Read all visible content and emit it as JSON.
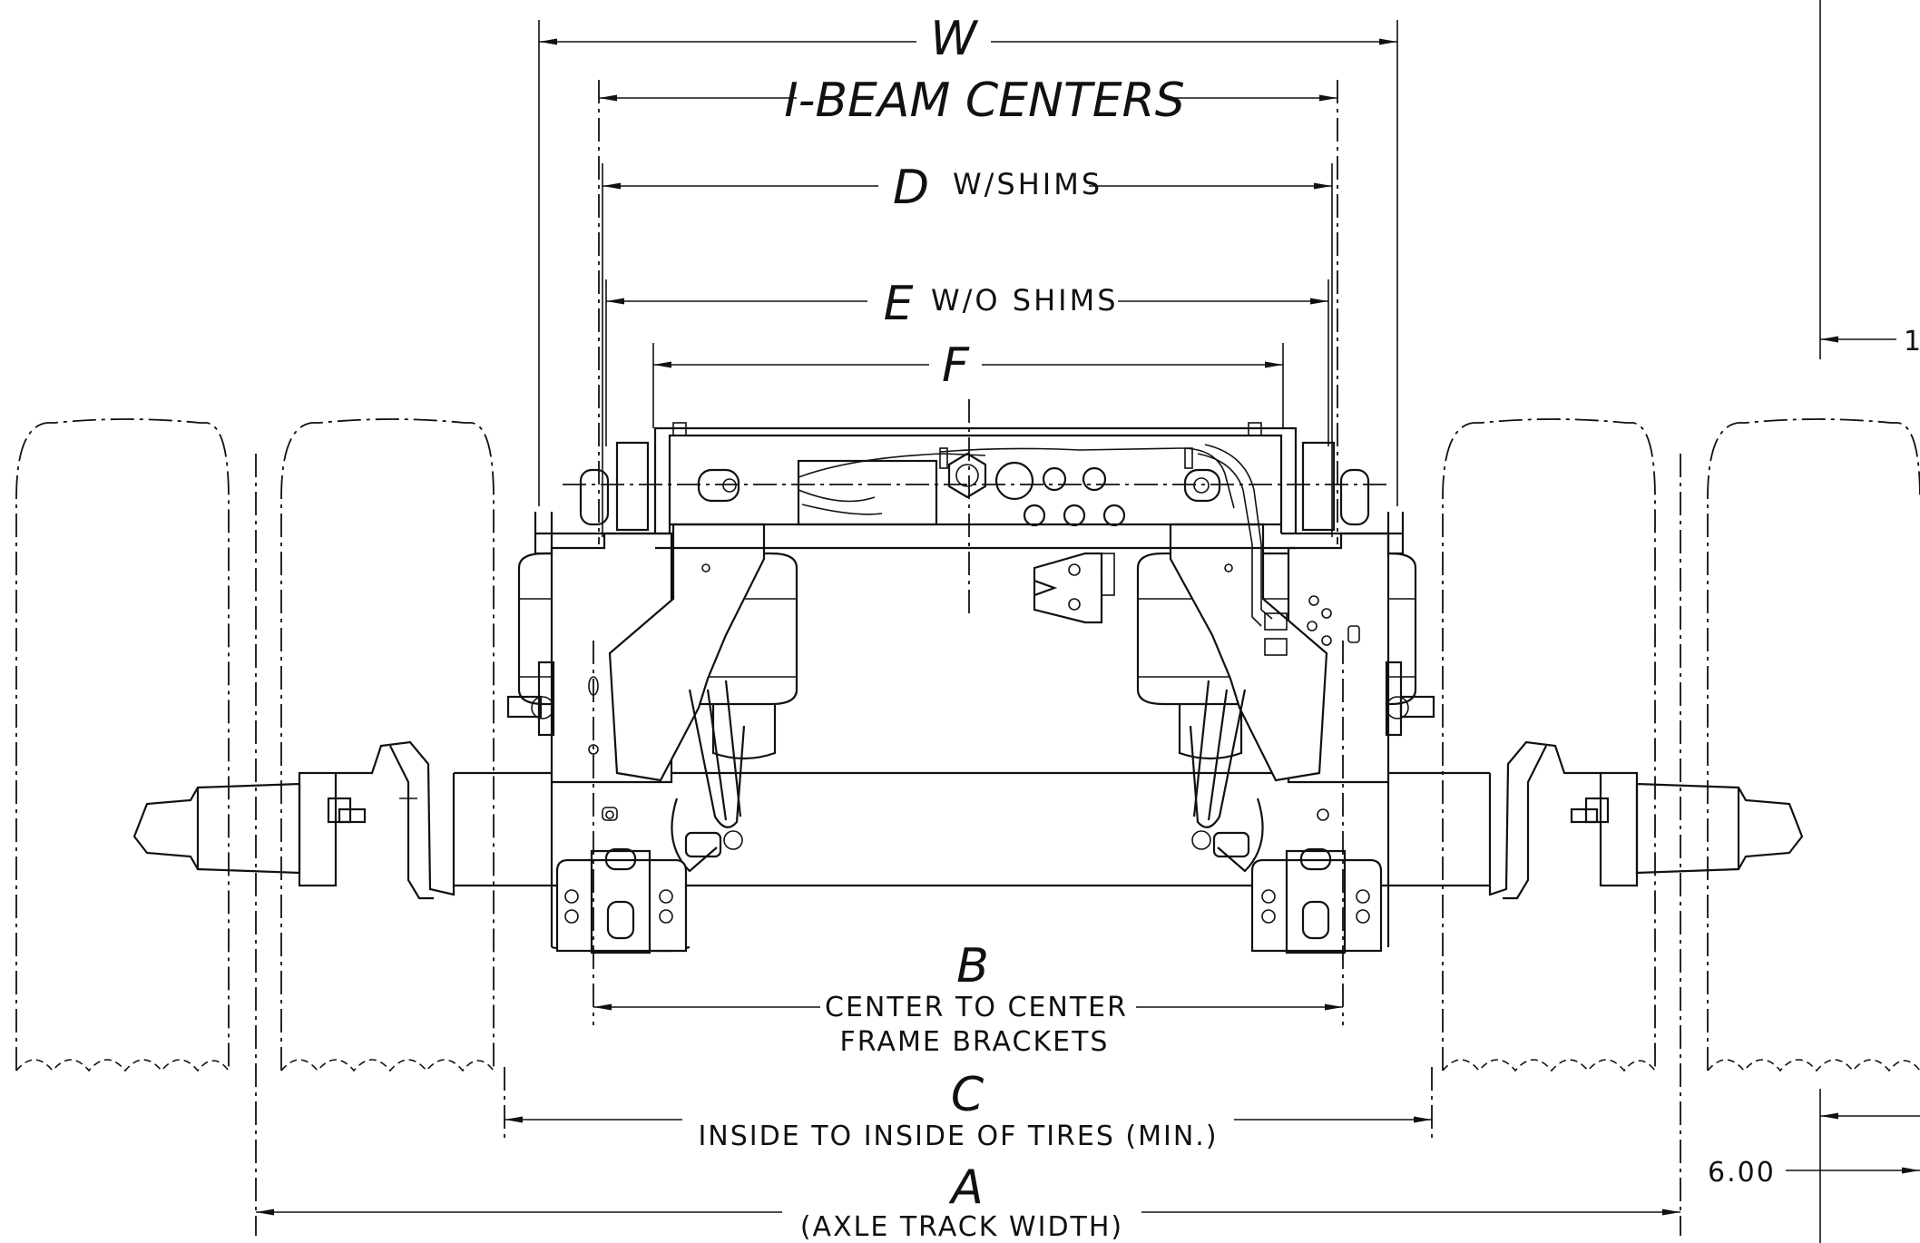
{
  "dimensions": {
    "w": {
      "letter": "W"
    },
    "ibeam": {
      "label": "I-BEAM CENTERS"
    },
    "d": {
      "letter": "D",
      "note": "W/SHIMS"
    },
    "e": {
      "letter": "E",
      "note": "W/O SHIMS"
    },
    "f": {
      "letter": "F"
    },
    "b": {
      "letter": "B",
      "line1": "CENTER TO CENTER",
      "line2": "FRAME BRACKETS"
    },
    "c": {
      "letter": "C",
      "note": "INSIDE TO INSIDE OF TIRES (MIN.)"
    },
    "a": {
      "letter": "A",
      "note": "(AXLE TRACK WIDTH)"
    }
  },
  "side_callouts": {
    "top_right_partial": "1",
    "bottom_right_value": "6.00"
  }
}
